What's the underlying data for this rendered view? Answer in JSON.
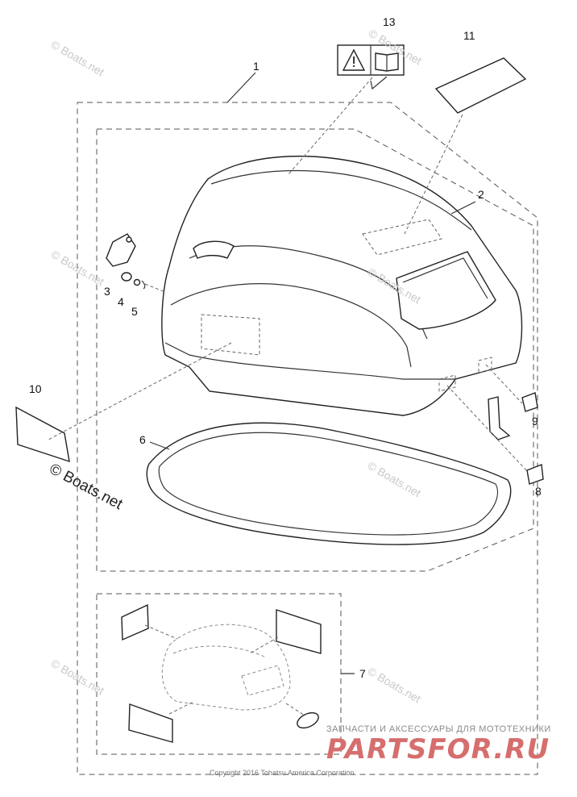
{
  "callouts": {
    "c1": "1",
    "c2": "2",
    "c3": "3",
    "c4": "4",
    "c5": "5",
    "c6": "6",
    "c7": "7",
    "c8": "8",
    "c9": "9",
    "c10": "10",
    "c11": "11",
    "c13": "13"
  },
  "watermark": {
    "small": "© Boats.net",
    "large": "© Boats.net"
  },
  "branding": {
    "tagline": "ЗАПЧАСТИ И АКСЕССУАРЫ ДЛЯ МОТОТЕХНИКИ",
    "name": "PARTSFOR.RU",
    "color": "#d66e6e"
  },
  "copyright": "Copyright 2016 Tohatsu America Corporation",
  "icons": [
    "warning-icon",
    "manual-book-icon"
  ]
}
